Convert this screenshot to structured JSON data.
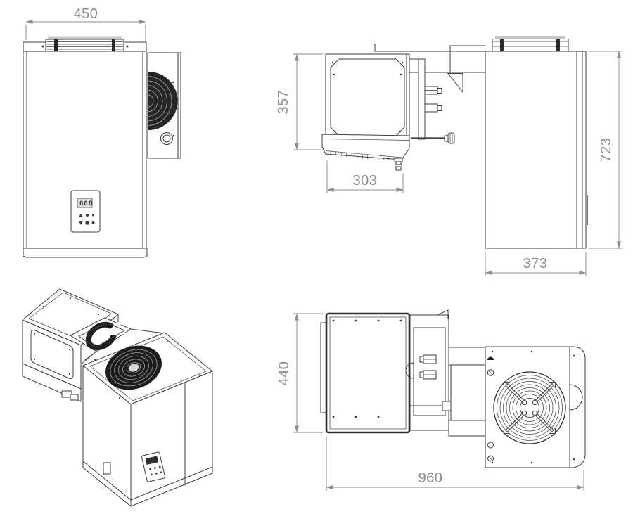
{
  "drawing": {
    "display_value": "888",
    "dims": {
      "front_width": "450",
      "evap_height": "357",
      "evap_depth": "303",
      "unit_height": "723",
      "condenser_depth": "373",
      "top_evap_width": "440",
      "total_depth": "960"
    },
    "colors": {
      "ink": "#3d3d3d",
      "dim_ink": "#8c8c8c",
      "fan_dark": "#1c1c1c"
    }
  }
}
